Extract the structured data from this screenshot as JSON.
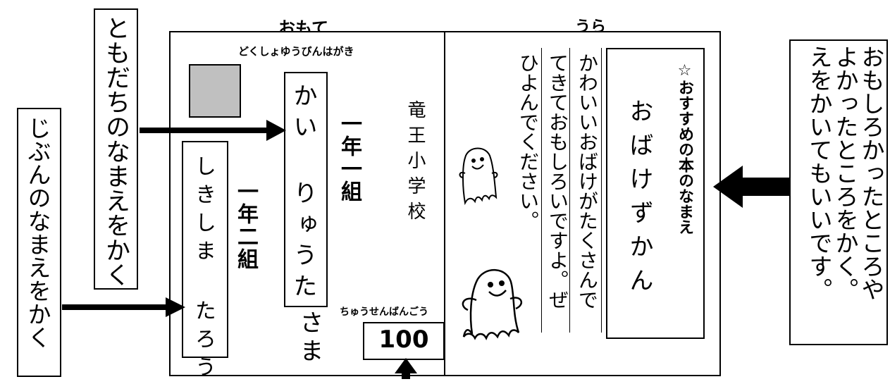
{
  "labels": {
    "front": "おもて",
    "back": "うら",
    "title": "どくしょゆうびんはがき",
    "number_label": "ちゅうせんばんごう",
    "number": "100"
  },
  "callouts": {
    "friend": "ともだちのなまえをかく",
    "self": "じぶんのなまえをかく",
    "fun": [
      "おもしろかったところや",
      "よかったところをかく。",
      "えをかいてもいいです。"
    ]
  },
  "card": {
    "recipient_name": "かい りゅうた",
    "recipient_class": "一年一組",
    "school": "竜王小学校",
    "honorific": "さま",
    "sender_name": "しきしま たろう",
    "sender_class": "一年二組",
    "book_heading": "☆おすすめの本のなまえ",
    "book_title": "おばけずかん",
    "message_lines": [
      "かわいいおばけがたくさんで",
      "てきておもしろいですよ。ぜ",
      "ひよんでください。"
    ]
  }
}
